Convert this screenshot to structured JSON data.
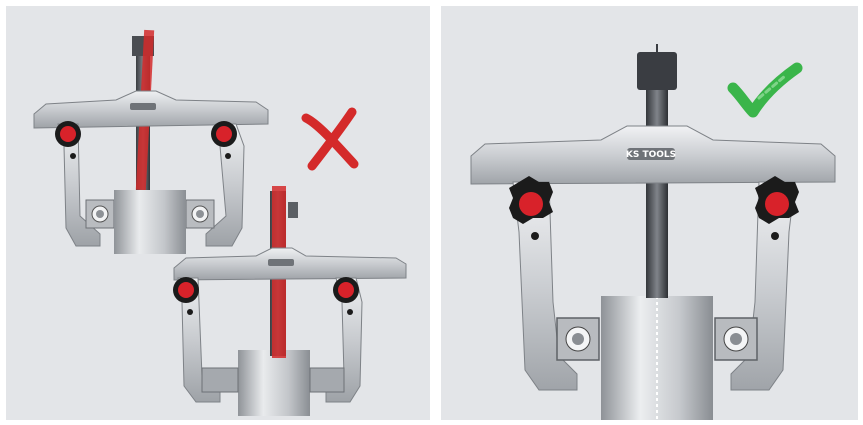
{
  "panels": [
    {
      "id": "wrong",
      "verdict_mark": "cross-icon",
      "verdict_color": "#d42a2a"
    },
    {
      "id": "correct",
      "verdict_mark": "checkmark-icon",
      "verdict_color": "#3ab54a"
    }
  ],
  "brand_logo": "KS TOOLS",
  "colors": {
    "panel_bg": "#e3e5e8",
    "tool_metal": "#c9ccd0",
    "knob_red": "#d8222a",
    "knob_black": "#1b1b1b",
    "misalign_red": "#d42a2a"
  }
}
